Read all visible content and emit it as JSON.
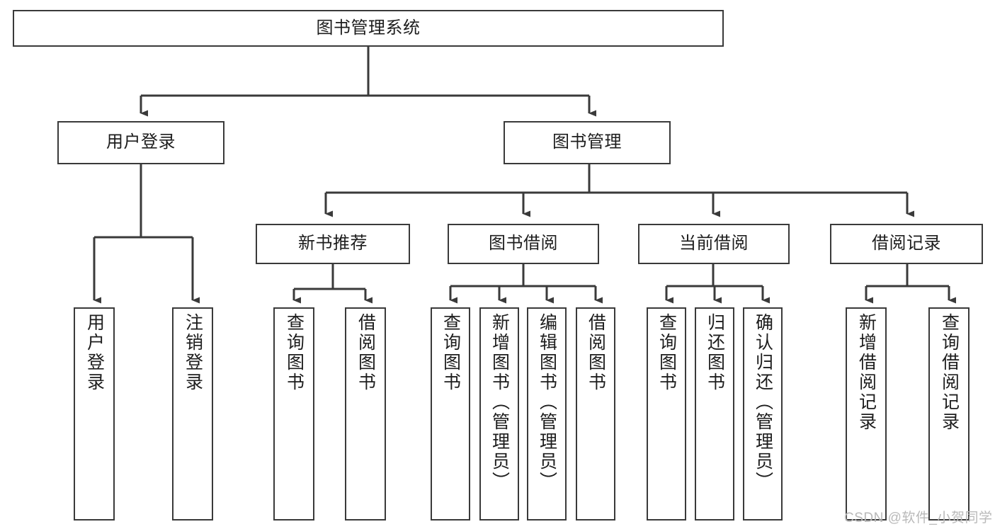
{
  "diagram": {
    "title": "图书管理系统",
    "type": "tree-hierarchy-diagram",
    "orientation": "top-down",
    "colors": {
      "background": "#ffffff",
      "node_border": "#3a3a3a",
      "node_fill": "#ffffff",
      "text": "#1d1d1d",
      "edge": "#3a3a3a",
      "watermark": "#b9b9b9"
    },
    "nodes": {
      "root": {
        "label": "图书管理系统",
        "level": 0,
        "orientation": "horizontal"
      },
      "user_login": {
        "label": "用户登录",
        "level": 1,
        "orientation": "horizontal"
      },
      "book_manage": {
        "label": "图书管理",
        "level": 1,
        "orientation": "horizontal"
      },
      "new_book_rec": {
        "label": "新书推荐",
        "level": 2,
        "orientation": "horizontal"
      },
      "book_borrow": {
        "label": "图书借阅",
        "level": 2,
        "orientation": "horizontal"
      },
      "current_borrow": {
        "label": "当前借阅",
        "level": 2,
        "orientation": "horizontal"
      },
      "borrow_record": {
        "label": "借阅记录",
        "level": 2,
        "orientation": "horizontal"
      },
      "leaf_user_login": {
        "label": "用户登录",
        "level": 2,
        "orientation": "vertical"
      },
      "leaf_logout": {
        "label": "注销登录",
        "level": 2,
        "orientation": "vertical"
      },
      "leaf_query_book_1": {
        "label": "查询图书",
        "level": 3,
        "orientation": "vertical"
      },
      "leaf_borrow_book_1": {
        "label": "借阅图书",
        "level": 3,
        "orientation": "vertical"
      },
      "leaf_query_book_2": {
        "label": "查询图书",
        "level": 3,
        "orientation": "vertical"
      },
      "leaf_add_book": {
        "label": "新增图书（管理员）",
        "level": 3,
        "orientation": "vertical"
      },
      "leaf_edit_book": {
        "label": "编辑图书（管理员）",
        "level": 3,
        "orientation": "vertical"
      },
      "leaf_borrow_book_2": {
        "label": "借阅图书",
        "level": 3,
        "orientation": "vertical"
      },
      "leaf_query_book_3": {
        "label": "查询图书",
        "level": 3,
        "orientation": "vertical"
      },
      "leaf_return_book": {
        "label": "归还图书",
        "level": 3,
        "orientation": "vertical"
      },
      "leaf_confirm_return": {
        "label": "确认归还（管理员）",
        "level": 3,
        "orientation": "vertical"
      },
      "leaf_add_record": {
        "label": "新增借阅记录",
        "level": 3,
        "orientation": "vertical"
      },
      "leaf_query_record": {
        "label": "查询借阅记录",
        "level": 3,
        "orientation": "vertical"
      }
    },
    "edges": [
      {
        "from": "root",
        "to": "user_login"
      },
      {
        "from": "root",
        "to": "book_manage"
      },
      {
        "from": "user_login",
        "to": "leaf_user_login"
      },
      {
        "from": "user_login",
        "to": "leaf_logout"
      },
      {
        "from": "book_manage",
        "to": "new_book_rec"
      },
      {
        "from": "book_manage",
        "to": "book_borrow"
      },
      {
        "from": "book_manage",
        "to": "current_borrow"
      },
      {
        "from": "book_manage",
        "to": "borrow_record"
      },
      {
        "from": "new_book_rec",
        "to": "leaf_query_book_1"
      },
      {
        "from": "new_book_rec",
        "to": "leaf_borrow_book_1"
      },
      {
        "from": "book_borrow",
        "to": "leaf_query_book_2"
      },
      {
        "from": "book_borrow",
        "to": "leaf_add_book"
      },
      {
        "from": "book_borrow",
        "to": "leaf_edit_book"
      },
      {
        "from": "book_borrow",
        "to": "leaf_borrow_book_2"
      },
      {
        "from": "current_borrow",
        "to": "leaf_query_book_3"
      },
      {
        "from": "current_borrow",
        "to": "leaf_return_book"
      },
      {
        "from": "current_borrow",
        "to": "leaf_confirm_return"
      },
      {
        "from": "borrow_record",
        "to": "leaf_add_record"
      },
      {
        "from": "borrow_record",
        "to": "leaf_query_record"
      }
    ]
  },
  "watermark": {
    "text": "CSDN @软件_小贺同学"
  }
}
